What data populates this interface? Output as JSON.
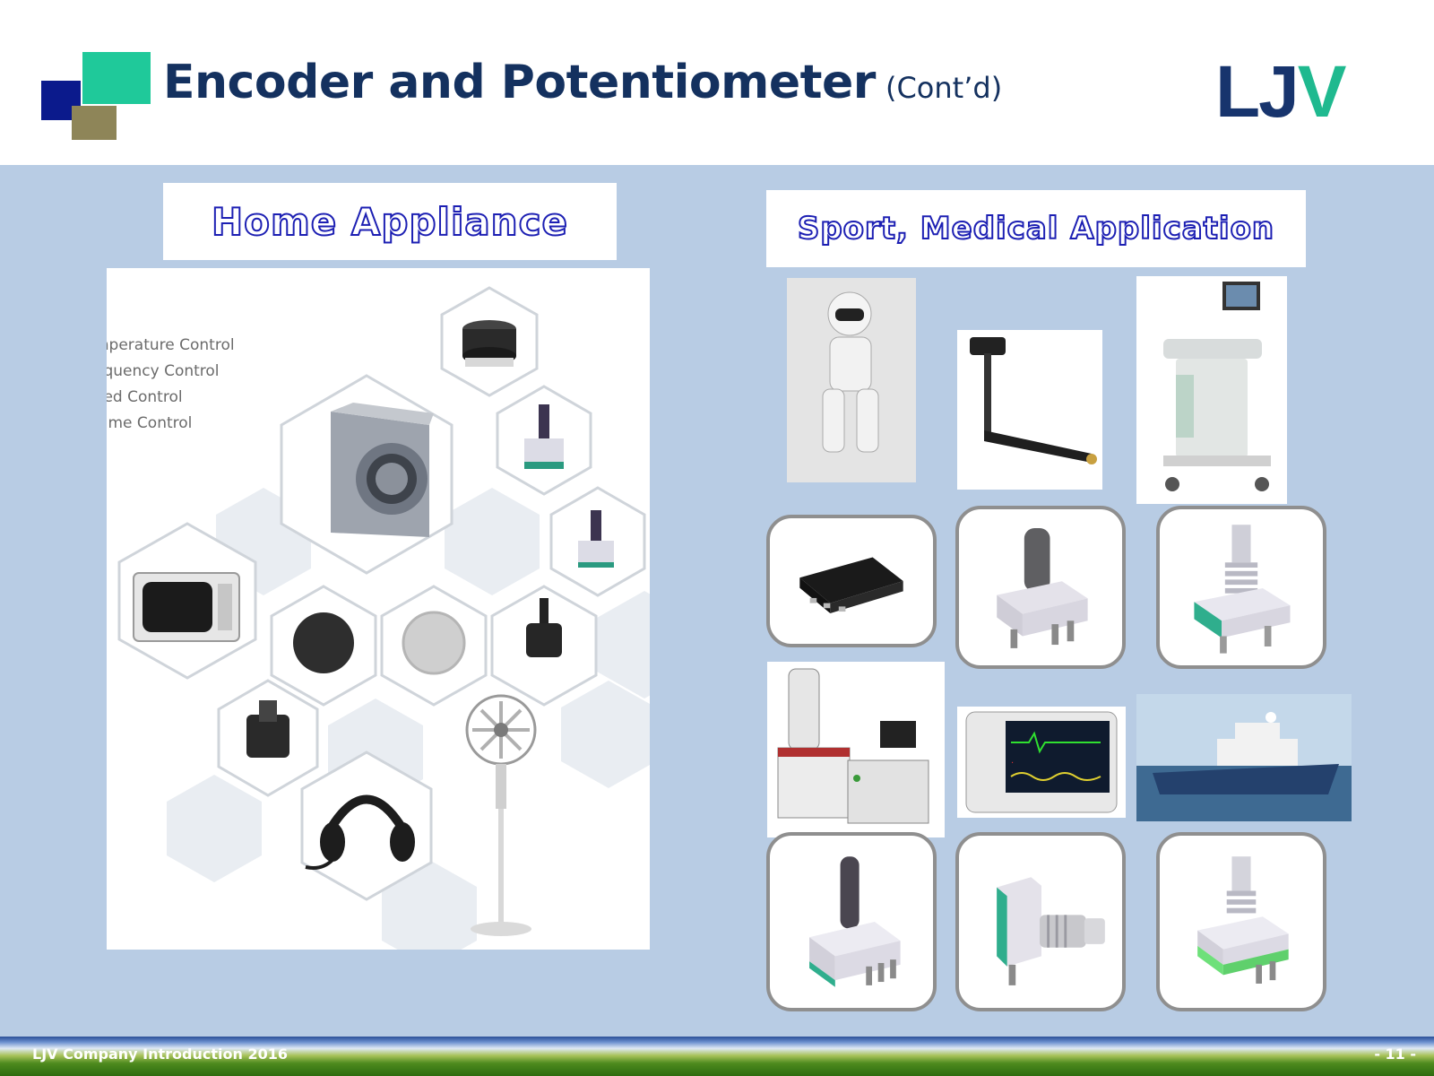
{
  "header": {
    "title": "Encoder and Potentiometer",
    "subtitle": "(Cont’d)",
    "logo": "LJV"
  },
  "sections": {
    "home": {
      "label": "Home Appliance",
      "controls": [
        "mperature Control",
        "equency Control",
        "eed Control",
        "lume Control"
      ]
    },
    "sport": {
      "label": "Sport, Medical Application"
    }
  },
  "footer": {
    "left": "LJV Company Introduction 2016",
    "page": "- 11 -"
  },
  "colors": {
    "content_bg": "#b8cce4",
    "title": "#14315f",
    "logo": "#17346d",
    "logo_accent": "#1fb98f",
    "label_outline": "#1c1fb3",
    "tile_border": "#8f8f8f"
  }
}
